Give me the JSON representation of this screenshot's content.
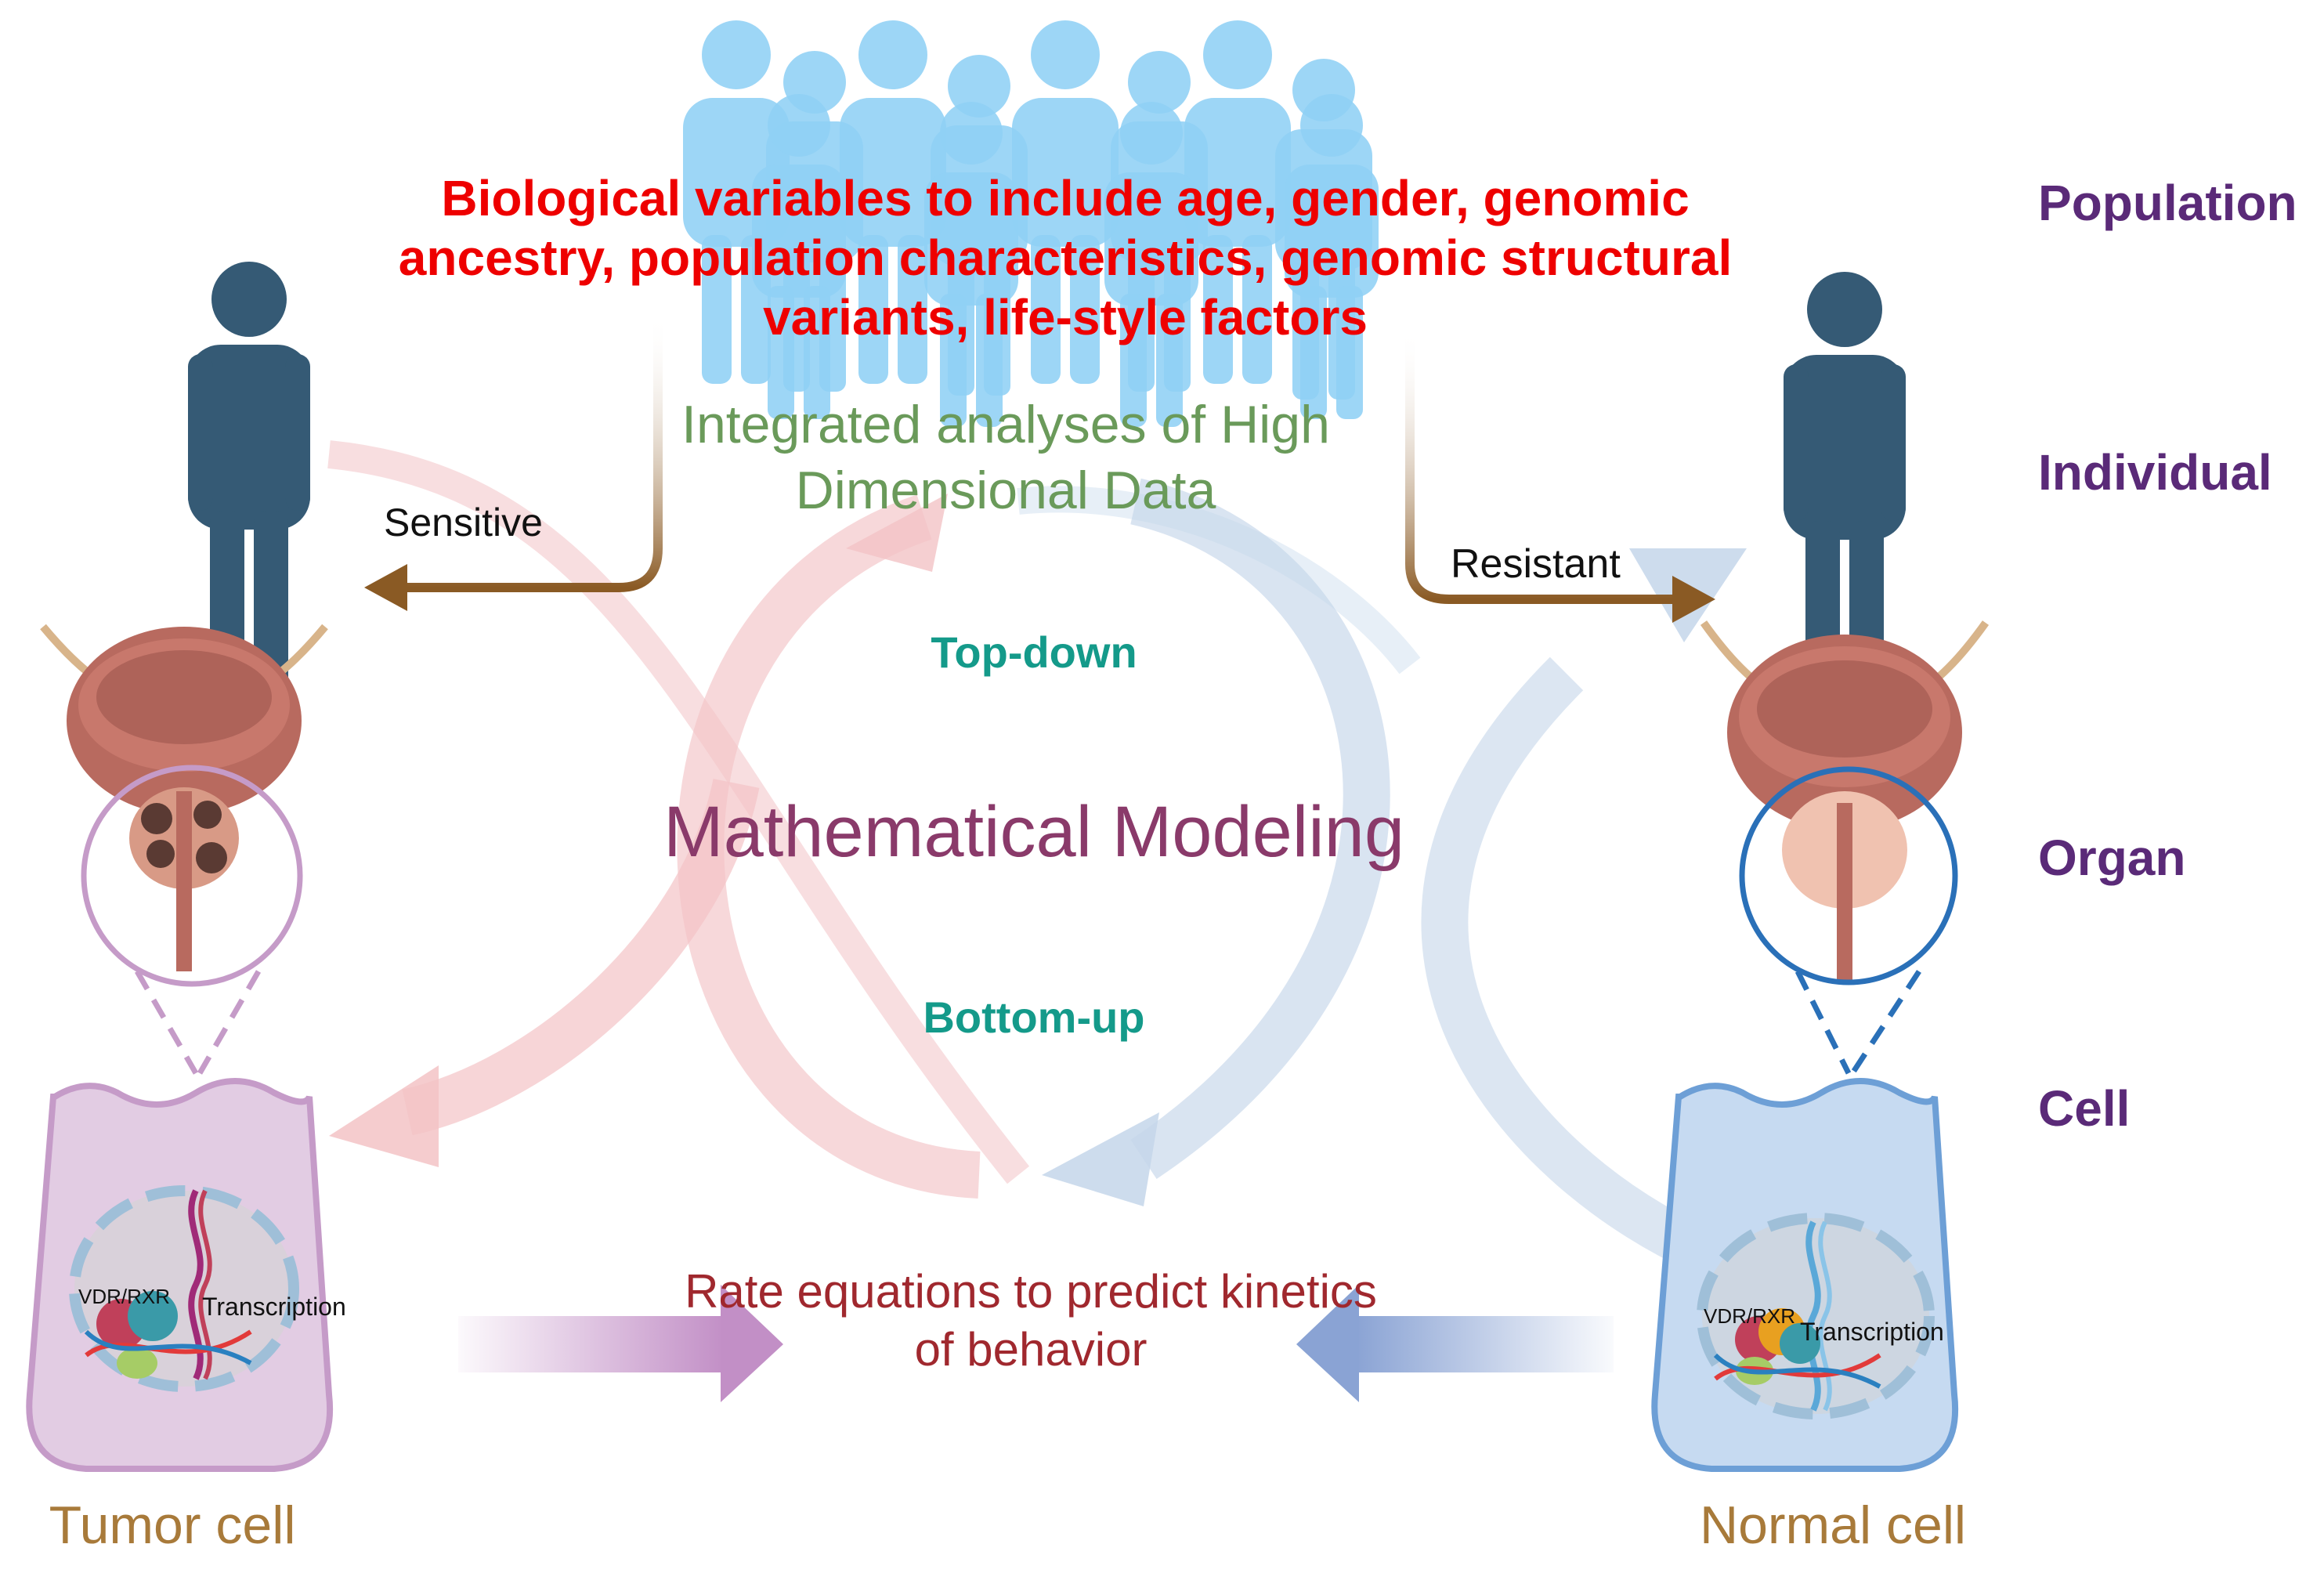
{
  "headline": "Biological variables to include age, gender, genomic ancestry, population characteristics, genomic structural variants, life-style factors",
  "integrated_label": "Integrated analyses of High Dimensional Data",
  "top_down_label": "Top-down",
  "bottom_up_label": "Bottom-up",
  "center_title": "Mathematical Modeling",
  "rate_label": "Rate equations to predict kinetics of behavior",
  "sensitive_label": "Sensitive",
  "resistant_label": "Resistant",
  "levels": {
    "population": "Population",
    "individual": "Individual",
    "organ": "Organ",
    "cell": "Cell"
  },
  "tumor": {
    "cell_label": "Tumor cell",
    "receptor_label": "VDR/RXR",
    "transcription_label": "Transcription"
  },
  "normal": {
    "cell_label": "Normal cell",
    "receptor_label": "VDR/RXR",
    "transcription_label": "Transcription"
  },
  "colors": {
    "headline": "#ee0000",
    "integrated": "#6a9a5a",
    "teal": "#149a8a",
    "center_title": "#8a3a6a",
    "rate": "#a0282e",
    "level": "#5a2a78",
    "cell_label": "#a87a3a",
    "person_dark": "#355a75",
    "person_light": "#8fd0f5",
    "bracket": "#8a5a24",
    "tumor_cell_fill": "#e2cce3",
    "tumor_cell_stroke": "#c59bc8",
    "normal_cell_fill": "#c6daf1",
    "normal_cell_stroke": "#6d9fd6",
    "pink_arc": "#f3c3c6",
    "blue_arc": "#c4d6ea",
    "organ_flesh": "#b86a5f",
    "organ_dark": "#8e4a42"
  }
}
